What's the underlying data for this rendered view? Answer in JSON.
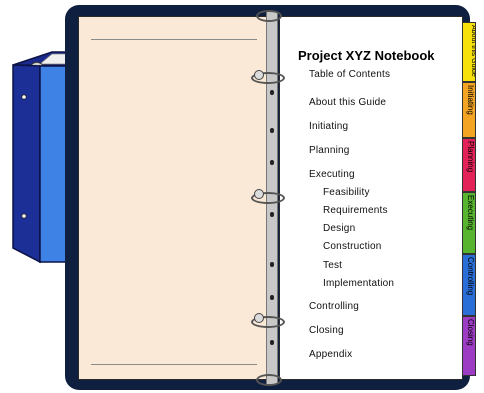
{
  "notebook": {
    "title": "Project XYZ Notebook",
    "toc": [
      {
        "id": "toc",
        "label": "Table of Contents",
        "level": 0
      },
      {
        "id": "about",
        "label": "About this Guide",
        "level": 0
      },
      {
        "id": "initiating",
        "label": "Initiating",
        "level": 0
      },
      {
        "id": "planning",
        "label": "Planning",
        "level": 0
      },
      {
        "id": "executing",
        "label": "Executing",
        "level": 0
      },
      {
        "id": "feasibility",
        "label": "Feasibility",
        "level": 1
      },
      {
        "id": "requirements",
        "label": "Requirements",
        "level": 1
      },
      {
        "id": "design",
        "label": "Design",
        "level": 1
      },
      {
        "id": "construction",
        "label": "Construction",
        "level": 1
      },
      {
        "id": "test",
        "label": "Test",
        "level": 1
      },
      {
        "id": "implementation",
        "label": "Implementation",
        "level": 1
      },
      {
        "id": "controlling",
        "label": "Controlling",
        "level": 0
      },
      {
        "id": "closing",
        "label": "Closing",
        "level": 0
      },
      {
        "id": "appendix",
        "label": "Appendix",
        "level": 0
      }
    ]
  },
  "tabs": [
    {
      "label": "About this Guide",
      "color": "#f6e10c"
    },
    {
      "label": "Initiating",
      "color": "#f2a422"
    },
    {
      "label": "Planning",
      "color": "#e4225a"
    },
    {
      "label": "Executing",
      "color": "#57b42f"
    },
    {
      "label": "Controlling",
      "color": "#2a6fd8"
    },
    {
      "label": "Closing",
      "color": "#9c3bc4"
    }
  ],
  "colors": {
    "binder_front": "#3f82e6",
    "binder_spine": "#1b2f96",
    "cover": "#0f1f40",
    "left_page": "#fbe9d8",
    "right_page": "#ffffff"
  },
  "icons": {
    "binder": "closed-binder-icon",
    "rings": "binder-ring-icon"
  }
}
